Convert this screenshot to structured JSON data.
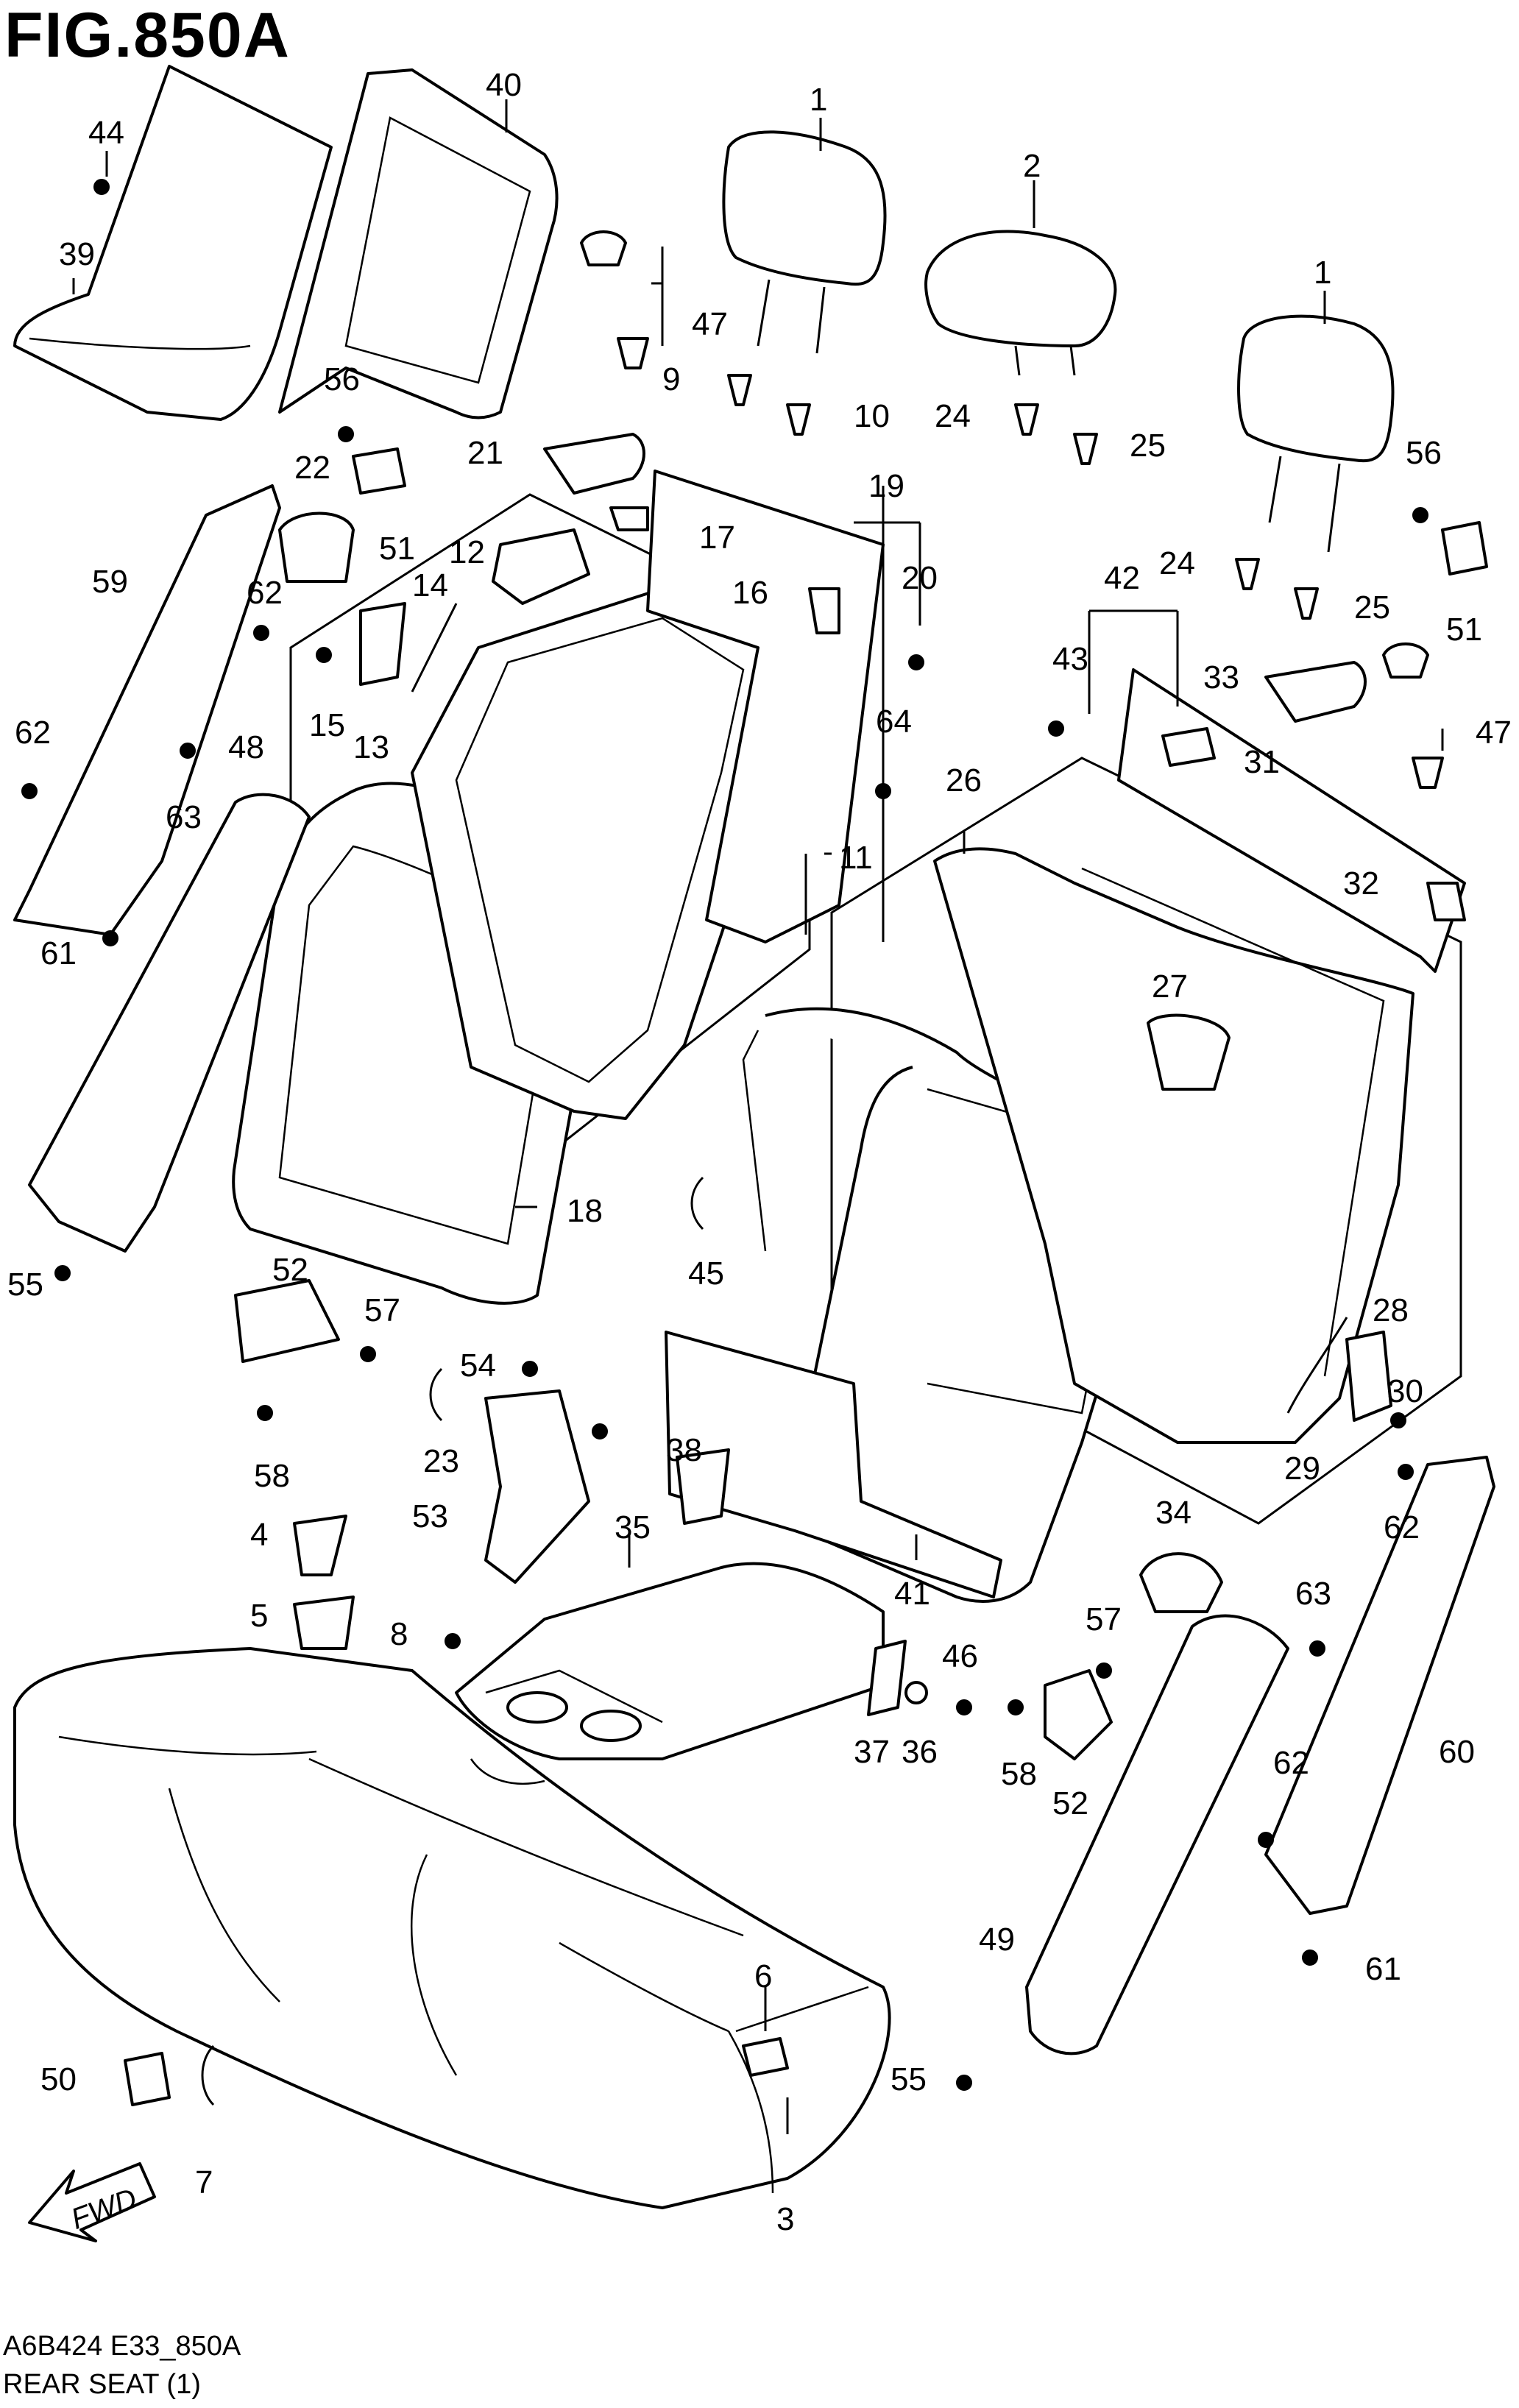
{
  "figure": {
    "title": "FIG.850A",
    "code": "A6B424 E33_850A",
    "name": "REAR SEAT (1)"
  },
  "arrow": {
    "label": "FWD"
  },
  "callouts": [
    "1",
    "1",
    "2",
    "3",
    "4",
    "5",
    "6",
    "7",
    "8",
    "9",
    "10",
    "11",
    "12",
    "13",
    "14",
    "15",
    "16",
    "17",
    "18",
    "19",
    "20",
    "21",
    "22",
    "23",
    "24",
    "24",
    "25",
    "25",
    "26",
    "27",
    "28",
    "29",
    "30",
    "31",
    "32",
    "33",
    "34",
    "35",
    "36",
    "37",
    "38",
    "39",
    "40",
    "41",
    "42",
    "43",
    "44",
    "45",
    "46",
    "47",
    "47",
    "48",
    "49",
    "50",
    "51",
    "51",
    "52",
    "52",
    "53",
    "54",
    "55",
    "55",
    "56",
    "56",
    "57",
    "57",
    "58",
    "58",
    "59",
    "60",
    "61",
    "61",
    "62",
    "62",
    "62",
    "62",
    "63",
    "63",
    "64"
  ]
}
